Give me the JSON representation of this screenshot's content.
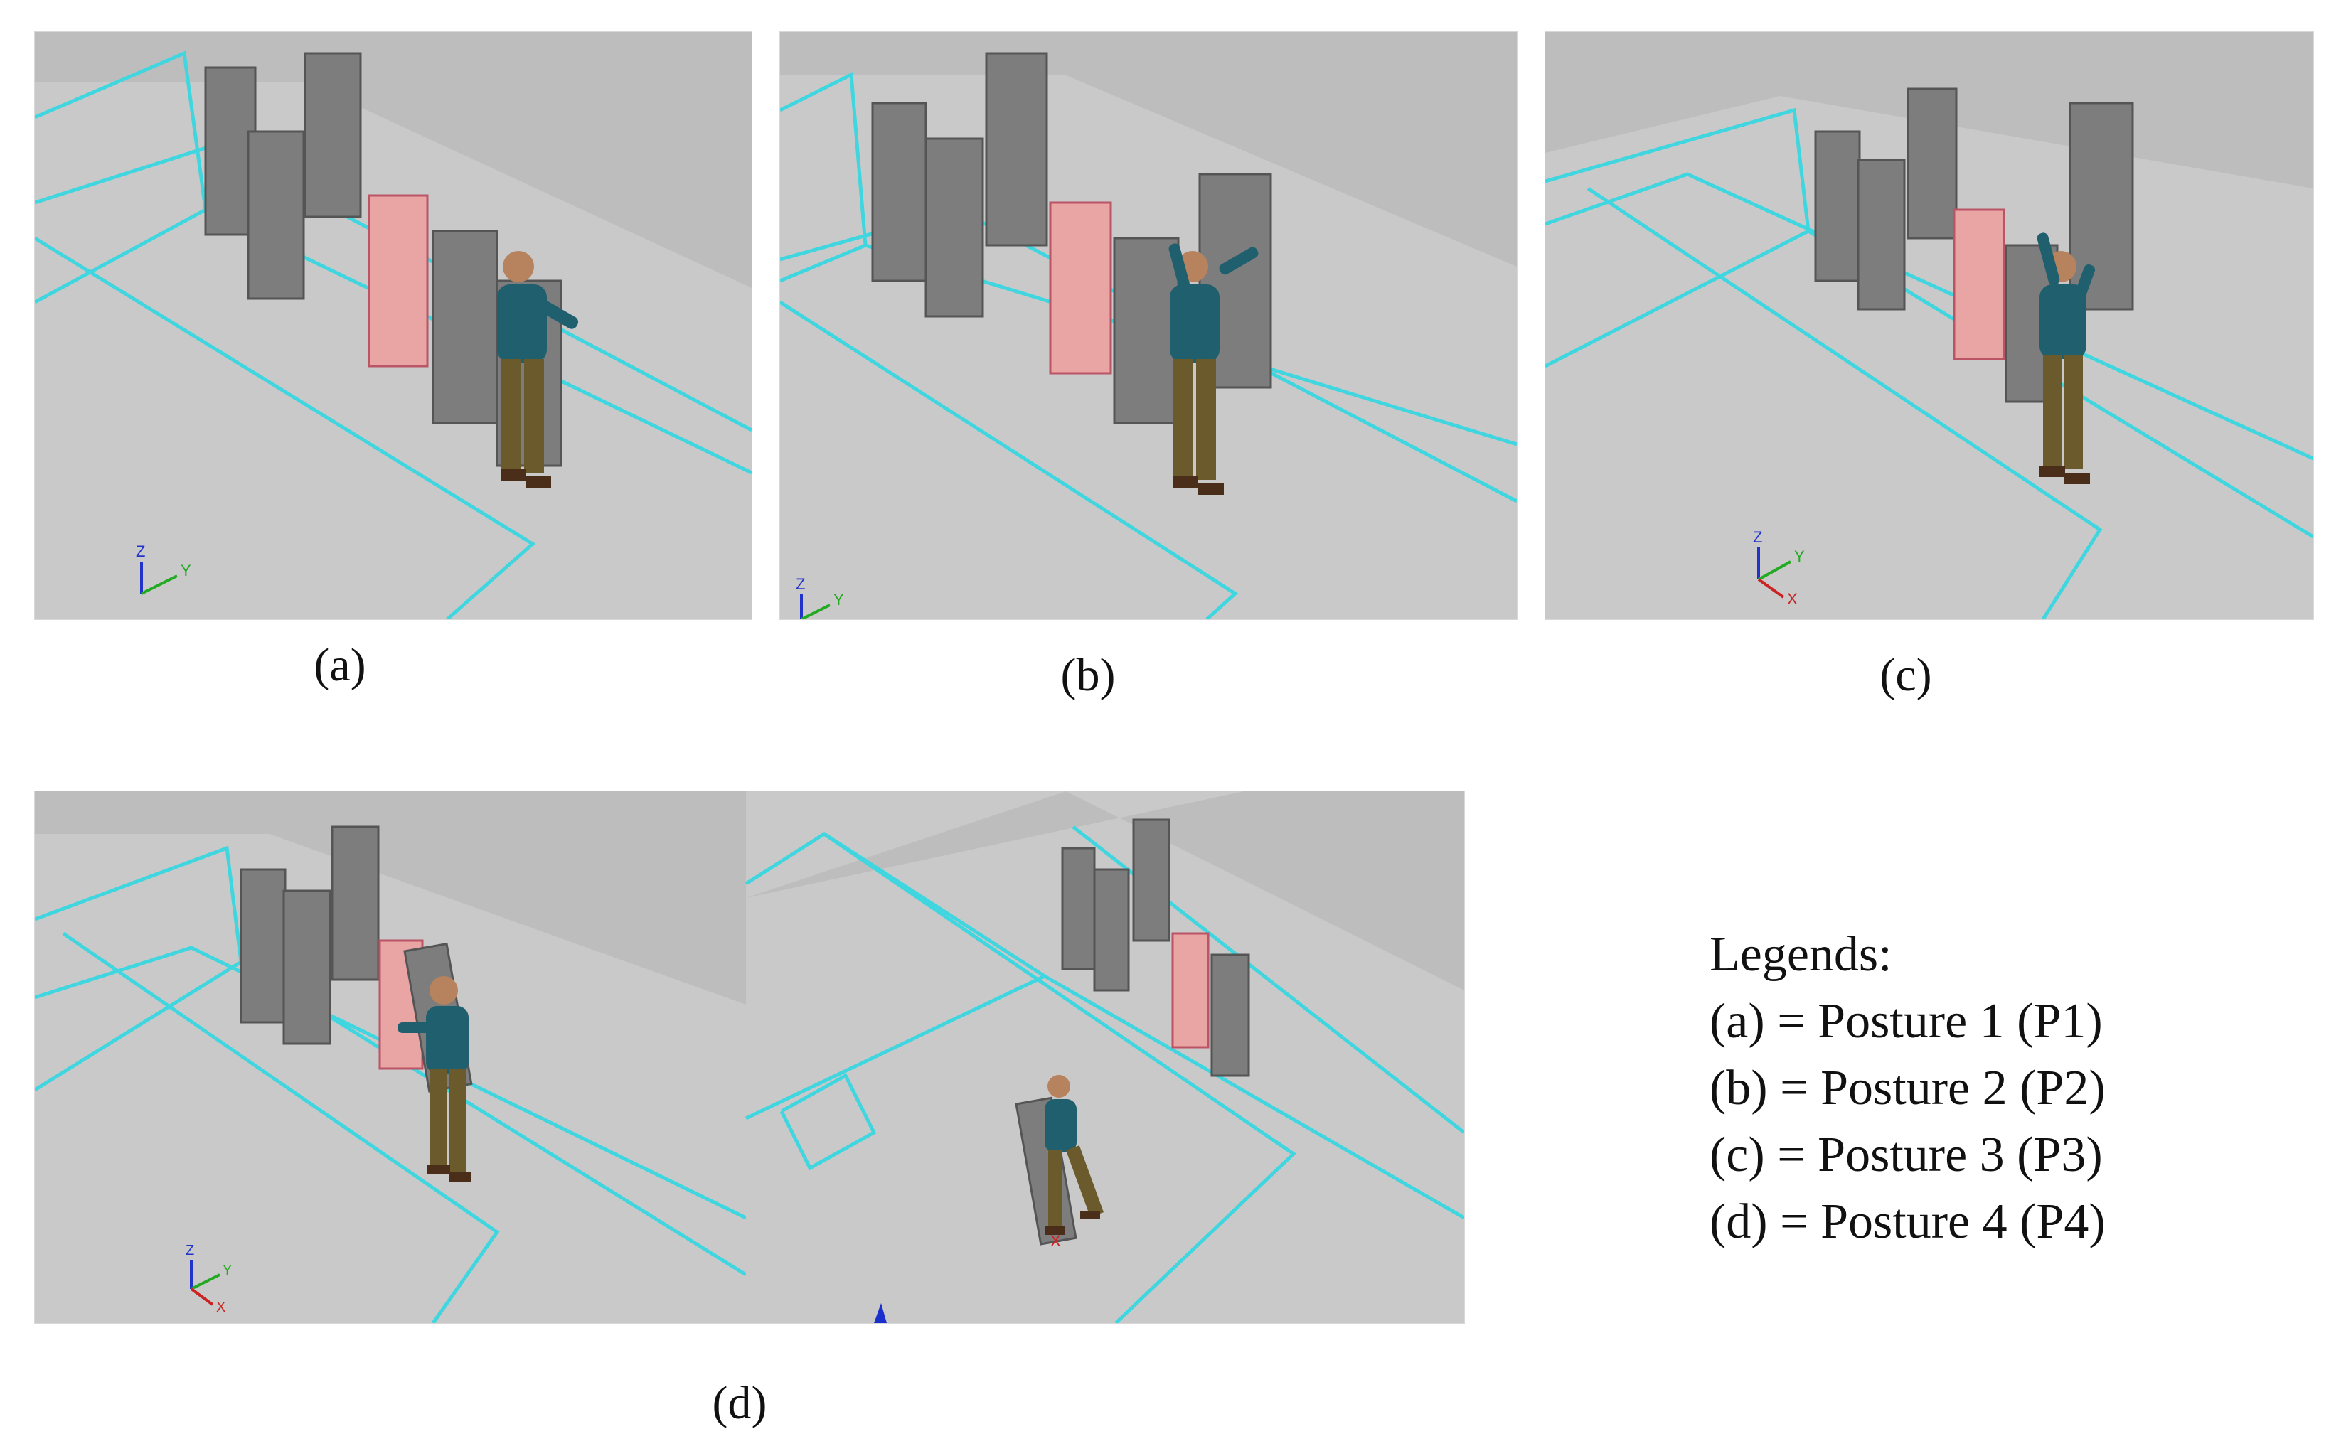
{
  "panels": [
    {
      "id": "a",
      "caption": "(a)"
    },
    {
      "id": "b",
      "caption": "(b)"
    },
    {
      "id": "c",
      "caption": "(c)"
    },
    {
      "id": "d",
      "caption": "(d)"
    }
  ],
  "axes_labels": {
    "z": "Z",
    "y": "Y",
    "x": "X"
  },
  "legend": {
    "title": "Legends:",
    "items": [
      "(a) = Posture 1 (P1)",
      "(b) = Posture 2 (P2)",
      "(c) = Posture 3 (P3)",
      "(d) = Posture 4 (P4)"
    ]
  },
  "colors": {
    "floor": "#c9c9c9",
    "wall": "#bdbdbd",
    "wireframe": "#3fd6e0",
    "shelf_gray": "#7d7d7d",
    "shelf_pink": "#e9a4a4",
    "shirt": "#1f5f6e",
    "pants": "#6b5a2c",
    "skin": "#b7835f"
  }
}
